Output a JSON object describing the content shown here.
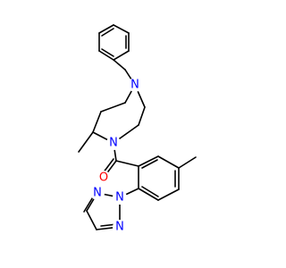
{
  "molecule": {
    "atoms": [
      {
        "id": "n_diazepane_top",
        "element": "N",
        "label": "N",
        "color": "#0000ff"
      },
      {
        "id": "n_diazepane_bottom",
        "element": "N",
        "label": "N",
        "color": "#0000ff"
      },
      {
        "id": "o_carbonyl",
        "element": "O",
        "label": "O",
        "color": "#ff0000"
      },
      {
        "id": "n_triazole_1",
        "element": "N",
        "label": "N",
        "color": "#0000ff"
      },
      {
        "id": "n_triazole_2",
        "element": "N",
        "label": "N",
        "color": "#0000ff"
      },
      {
        "id": "n_triazole_3",
        "element": "N",
        "label": "N",
        "color": "#0000ff"
      }
    ]
  }
}
